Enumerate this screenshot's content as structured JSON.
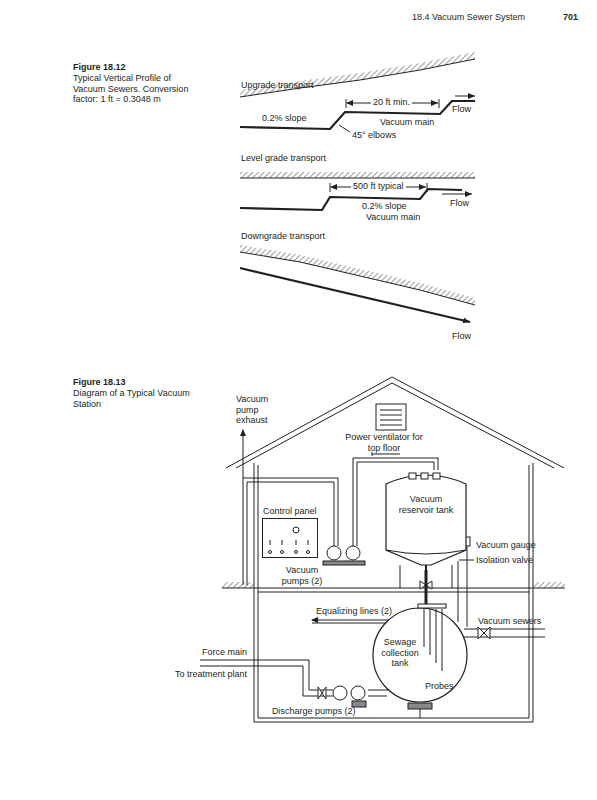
{
  "diagram": {
    "nodes": [
      {
        "text": [
          "Control panel"
        ]
      },
      {
        "text": [
          "Vacuum reservoir tank"
        ]
      },
      {
        "text": [
          "Sewage collection tank"
        ]
      }
    ],
    "edges": [
      {
        "from": 1,
        "to": 2,
        "arrow": "none"
      }
    ],
    "labels": [
      "18.4 Vacuum Sewer System",
      "701",
      "Figure 18.12",
      "Typical Vertical Profile of Vacuum Sewers. Conversion factor: 1 ft = 0.3048 m",
      "Upgrade transport",
      "20 ft min.",
      "Flow",
      "0.2% slope",
      "Vacuum main",
      "45° elbows",
      "Level grade transport",
      "500 ft typical",
      "0.2% slope",
      "Vacuum main",
      "Flow",
      "Downgrade transport",
      "Flow",
      "Figure 18.13",
      "Diagram of a Typical Vacuum Station",
      "Vacuum pump exhaust",
      "Power ventilator for top floor",
      "Vacuum gauge",
      "Isolation valve",
      "Vacuum sewers",
      "Vacuum pumps (2)",
      "Equalizing lines (2)",
      "Force main",
      "To treatment plant",
      "Discharge pumps (2)",
      "Probes"
    ]
  }
}
